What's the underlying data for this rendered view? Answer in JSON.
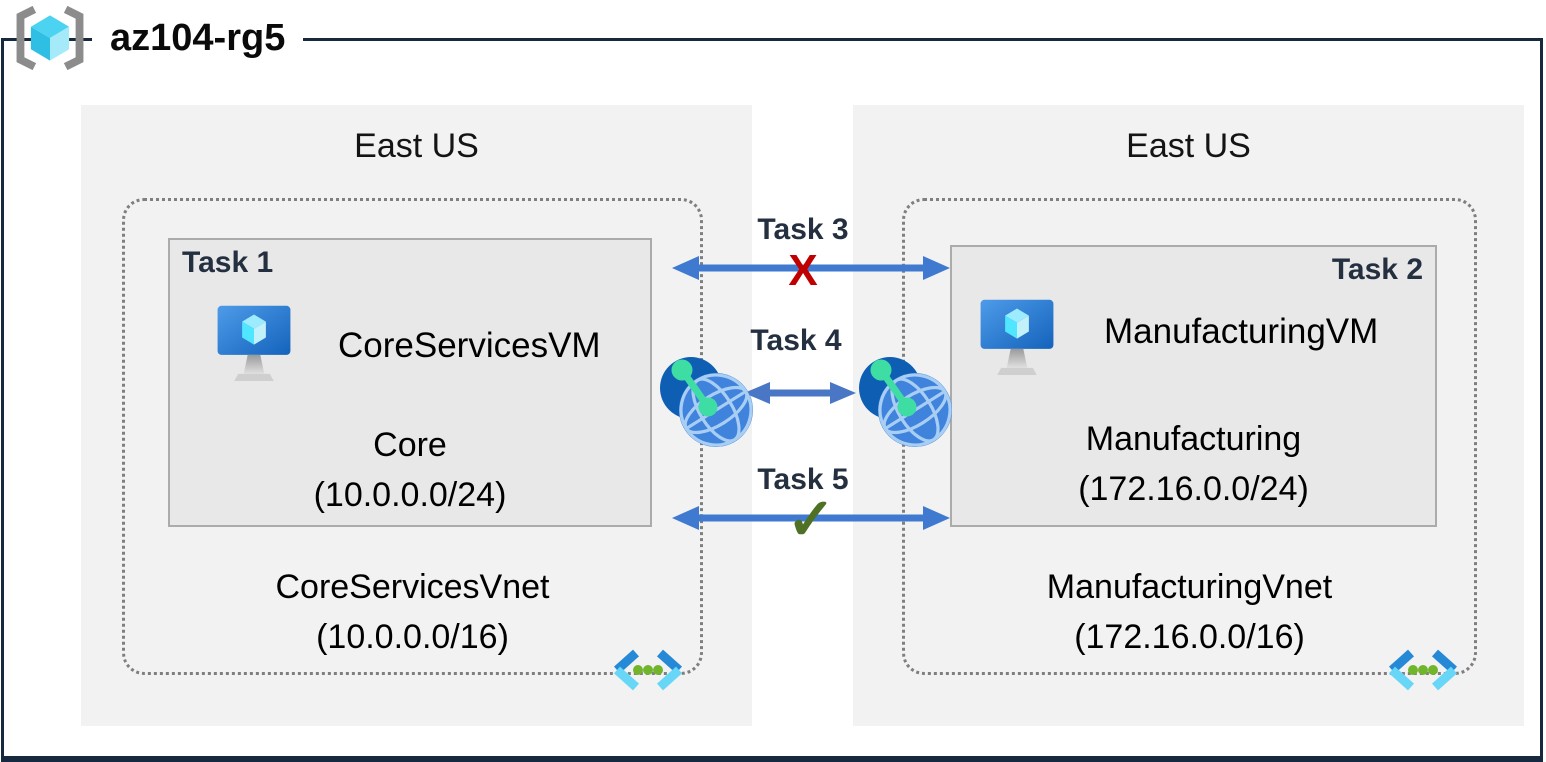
{
  "title": "az104-rg5",
  "regions": {
    "left": {
      "name": "East US",
      "vnet_name": "CoreServicesVnet",
      "vnet_cidr": "(10.0.0.0/16)",
      "subnet_task": "Task 1",
      "vm_name": "CoreServicesVM",
      "subnet_name": "Core",
      "subnet_cidr": "(10.0.0.0/24)"
    },
    "right": {
      "name": "East US",
      "vnet_name": "ManufacturingVnet",
      "vnet_cidr": "(172.16.0.0/16)",
      "subnet_task": "Task 2",
      "vm_name": "ManufacturingVM",
      "subnet_name": "Manufacturing",
      "subnet_cidr": "(172.16.0.0/24)"
    }
  },
  "connections": {
    "task3": {
      "label": "Task 3",
      "marker": "X"
    },
    "task4": {
      "label": "Task 4"
    },
    "task5": {
      "label": "Task 5",
      "marker": "✓"
    }
  },
  "icons": {
    "resource_group": "resource-group-icon",
    "virtual_machine": "virtual-machine-icon",
    "vnet_peering": "vnet-peering-icon",
    "virtual_network": "virtual-network-icon"
  },
  "colors": {
    "frame_navy": "#16293F",
    "region_fill": "#F2F2F2",
    "subnet_fill": "#E8E8E8",
    "subnet_border": "#ABABAB",
    "dashed_border": "#7F7F7F",
    "arrow_blue": "#3F79D0",
    "blocked_red": "#C00000",
    "allowed_green": "#4E7125",
    "task_label": "#243040",
    "mint_green": "#3EDDA4",
    "dot_green": "#71B52C"
  }
}
